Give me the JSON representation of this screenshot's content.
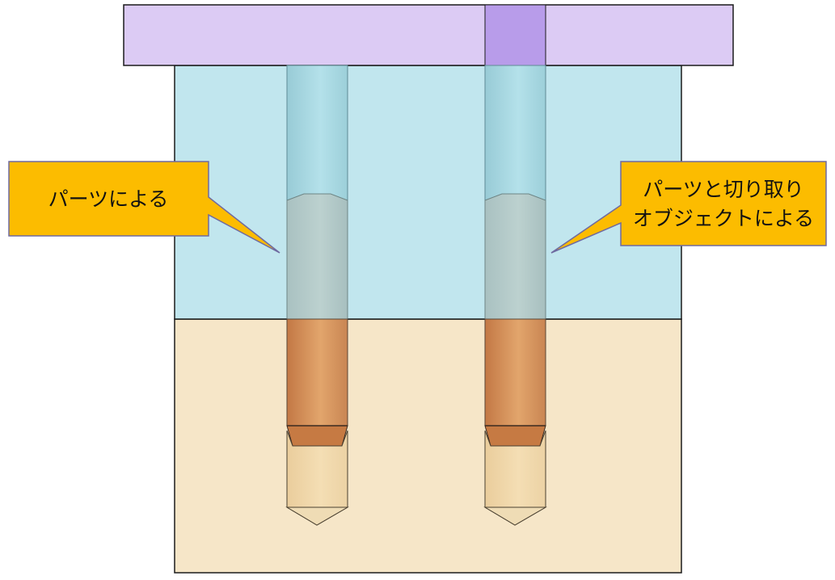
{
  "colors": {
    "top_plate": "#dccbf4",
    "top_plate_hole": "#b89cea",
    "middle_block": "#c1e6ee",
    "bottom_block": "#f6e6c8",
    "callout_fill": "#fcbc00",
    "callout_stroke": "#6f6aa0",
    "outline": "#1b1b1b"
  },
  "callouts": {
    "left": {
      "line1": "パーツによる"
    },
    "right": {
      "line1": "パーツと切り取り",
      "line2": "オブジェクトによる"
    }
  }
}
